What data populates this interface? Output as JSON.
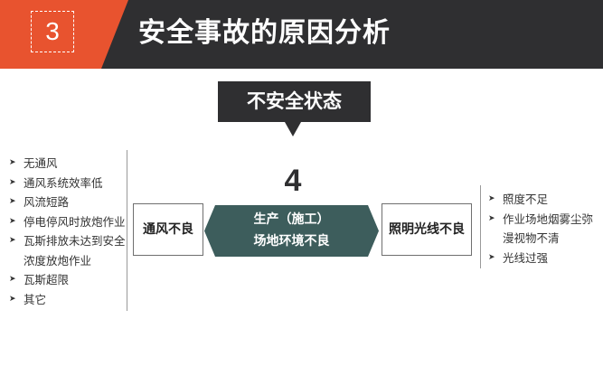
{
  "header": {
    "section_number": "3",
    "title": "安全事故的原因分析"
  },
  "state_badge": "不安全状态",
  "big_number": "4",
  "center": {
    "line1": "生产（施工）",
    "line2": "场地环境不良"
  },
  "left_box": "通风不良",
  "right_box": "照明光线不良",
  "bullet_glyph": "➤",
  "left_list": [
    "无通风",
    "通风系统效率低",
    "风流短路",
    "停电停风时放炮作业",
    "瓦斯排放未达到安全",
    "浓度放炮作业",
    "瓦斯超限",
    "其它"
  ],
  "right_list": [
    "照度不足",
    "作业场地烟雾尘弥",
    "漫视物不清",
    "光线过强"
  ],
  "colors": {
    "accent": "#e8532f",
    "dark": "#2f2f31",
    "teal": "#3d5d5c"
  }
}
